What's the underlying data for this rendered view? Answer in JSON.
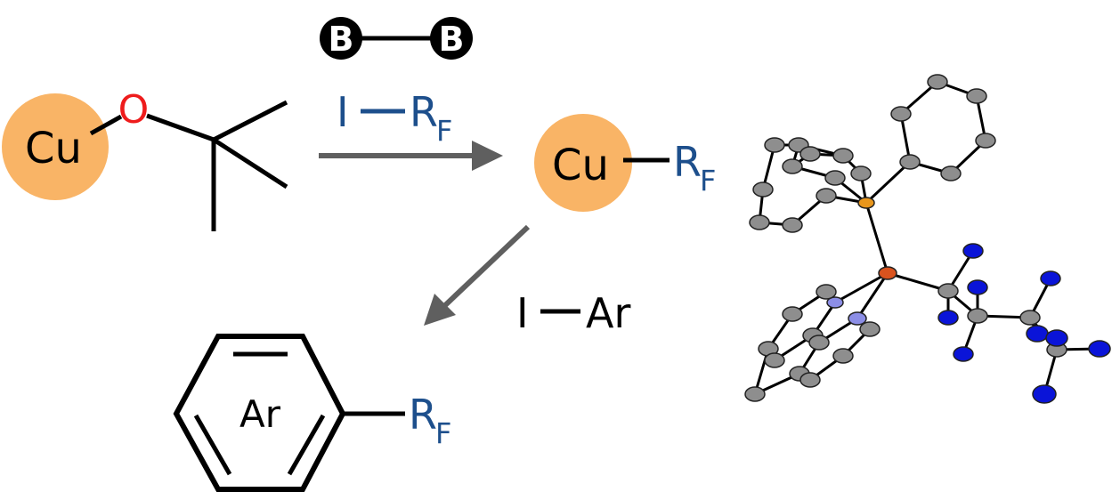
{
  "reagents": {
    "b_left": "B",
    "b_right": "B",
    "iodide_rf_i": "I",
    "iodide_rf_r": "R",
    "iodide_rf_sub": "F",
    "iodide_ar_i": "I",
    "iodide_ar_ar": "Ar"
  },
  "start_complex": {
    "metal": "Cu",
    "oxygen": "O"
  },
  "intermediate": {
    "metal": "Cu",
    "group_r": "R",
    "group_sub": "F"
  },
  "product": {
    "ring_label": "Ar",
    "group_r": "R",
    "group_sub": "F"
  },
  "colors": {
    "copper": "#f9b466",
    "oxygen": "#ee1c1c",
    "rf_blue": "#1d4f8c",
    "arrow": "#5f5f5f",
    "carbon": "#8e8e8e",
    "fluorine": "#0a14d8",
    "nitrogen": "#8c8ee6",
    "phosphorus": "#e8961c",
    "cu_atom": "#d9531e"
  }
}
